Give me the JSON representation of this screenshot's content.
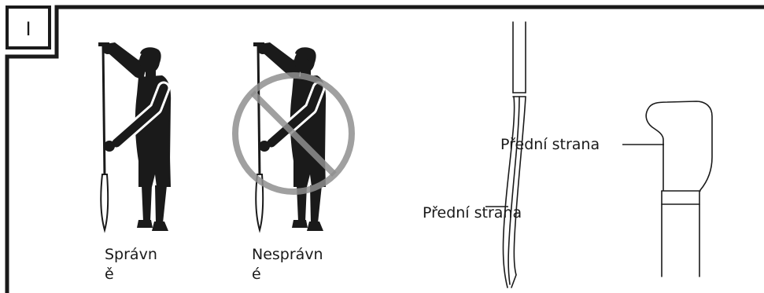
{
  "section": {
    "number": "I"
  },
  "figures": {
    "correct": {
      "caption_lines": [
        "Správn",
        "ě"
      ],
      "icon": "person-holding-paddle"
    },
    "incorrect": {
      "caption_lines": [
        "Nesprávn",
        "é"
      ],
      "icon": "prohibited-icon"
    }
  },
  "callouts": {
    "front_view_label": "Přední strana",
    "side_view_label": "Přední strana"
  },
  "colors": {
    "ink": "#1a1a1a",
    "prohibition": "#8f8f8f",
    "background": "#ffffff"
  }
}
